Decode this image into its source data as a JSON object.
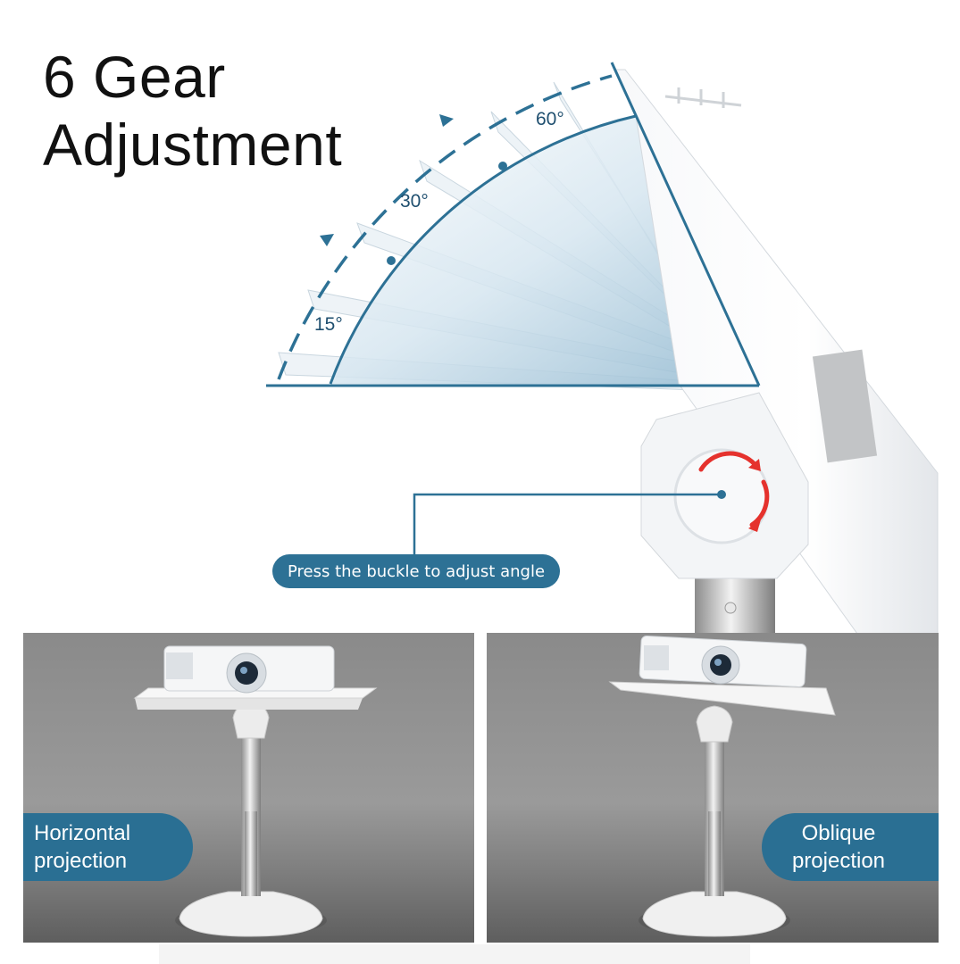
{
  "headline": {
    "line1": "6 Gear",
    "line2": "Adjustment"
  },
  "angles": {
    "a15": "15°",
    "a30": "30°",
    "a60": "60°"
  },
  "callout": "Press the buckle to adjust angle",
  "panels": {
    "left": {
      "line1": "Horizontal",
      "line2": "projection"
    },
    "right": {
      "line1": "Oblique",
      "line2": "projection"
    }
  },
  "colors": {
    "accent": "#2d7195",
    "arrow_red": "#e5322d",
    "panel_gray": "#8f8f8f"
  },
  "icons": [
    "rotate-arrows-icon",
    "projector-icon"
  ]
}
